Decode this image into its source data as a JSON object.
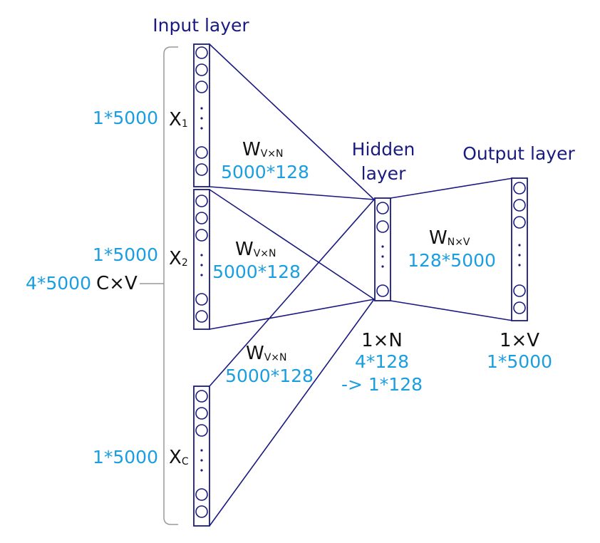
{
  "labels": {
    "input_layer": "Input layer",
    "hidden_line1": "Hidden",
    "hidden_line2": "layer",
    "output_layer": "Output layer"
  },
  "inputs": [
    {
      "symbol": "X",
      "sub": "1",
      "size": "1*5000"
    },
    {
      "symbol": "X",
      "sub": "2",
      "size": "1*5000"
    },
    {
      "symbol": "X",
      "sub": "C",
      "size": "1*5000"
    }
  ],
  "context_total": {
    "size": "4*5000",
    "symbol": "C×V"
  },
  "weights_in": [
    {
      "symbol": "W",
      "sub": "V×N",
      "size": "5000*128"
    },
    {
      "symbol": "W",
      "sub": "V×N",
      "size": "5000*128"
    },
    {
      "symbol": "W",
      "sub": "V×N",
      "size": "5000*128"
    }
  ],
  "weight_out": {
    "symbol": "W",
    "sub": "N×V",
    "size": "128*5000"
  },
  "hidden_dims": {
    "symbol": "1×N",
    "line1": "4*128",
    "line2": "-> 1*128"
  },
  "output_dims": {
    "symbol": "1×V",
    "size": "1*5000"
  },
  "colors": {
    "structure": "#1a1a80",
    "sizes": "#1a9ee0",
    "bracket": "#999999"
  }
}
